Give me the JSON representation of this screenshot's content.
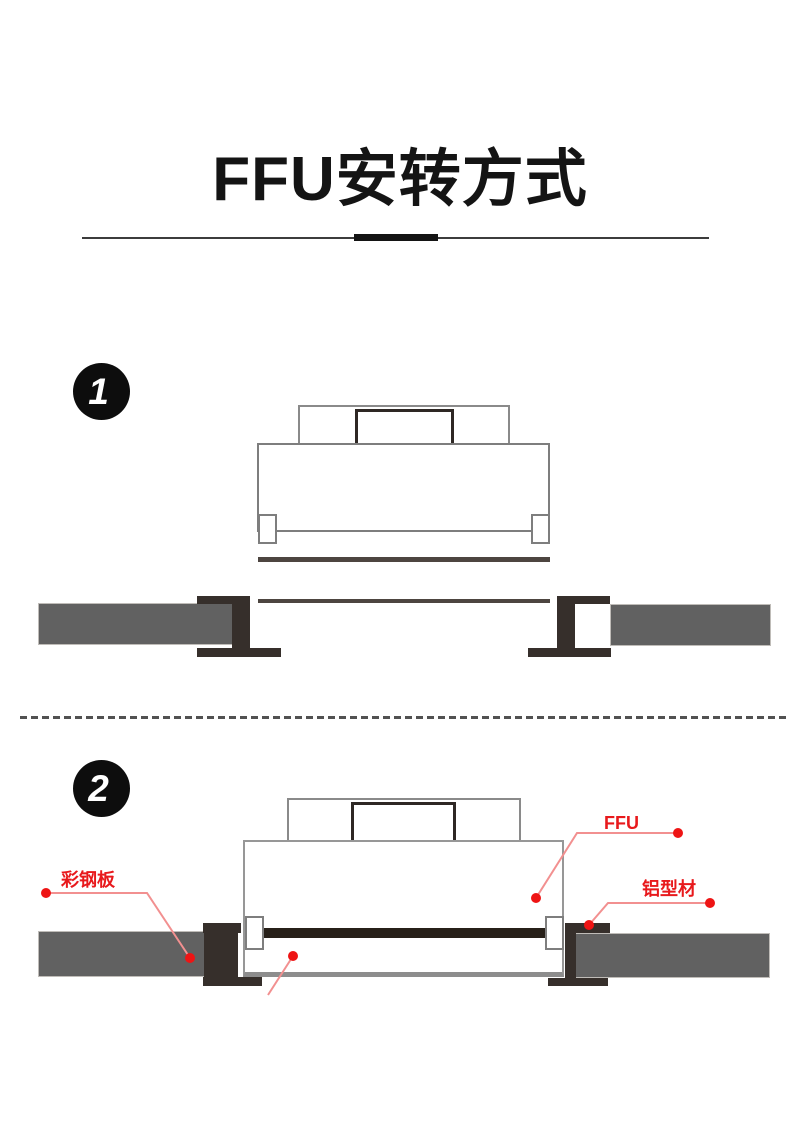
{
  "page": {
    "title": "FFU安转方式"
  },
  "colors": {
    "title_black": "#141414",
    "accent_red": "#e8191c",
    "dot_red": "#ee1414",
    "leader_pink": "#f29090",
    "panel_gray": "#616161",
    "profile_dark": "#362f2b",
    "filter_bar_dark": "#272019",
    "outline_gray": "#8a8a8a"
  },
  "sections": [
    {
      "id": 1,
      "badge": "1",
      "annotations": []
    },
    {
      "id": 2,
      "badge": "2",
      "annotations": [
        {
          "label": "彩钢板",
          "target": "ceiling-panel"
        },
        {
          "label": "FFU",
          "target": "ffu-unit"
        },
        {
          "label": "铝型材",
          "target": "aluminum-profile"
        }
      ]
    }
  ]
}
